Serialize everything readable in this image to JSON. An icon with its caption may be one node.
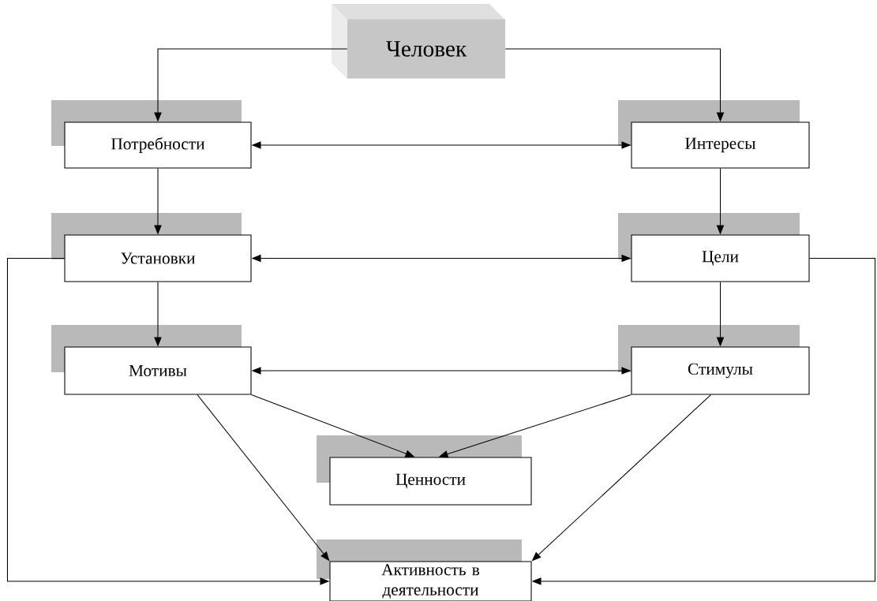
{
  "diagram": {
    "nodes": [
      {
        "text": [
          "Человек"
        ]
      },
      {
        "text": [
          "Потребности"
        ]
      },
      {
        "text": [
          "Интересы"
        ]
      },
      {
        "text": [
          "Установки"
        ]
      },
      {
        "text": [
          "Цели"
        ]
      },
      {
        "text": [
          "Мотивы"
        ]
      },
      {
        "text": [
          "Стимулы"
        ]
      },
      {
        "text": [
          "Ценности"
        ]
      },
      {
        "text": [
          "Активность в деятельности"
        ]
      }
    ],
    "edges": [
      {
        "from": 0,
        "to": 1,
        "arrow": "to"
      },
      {
        "from": 0,
        "to": 2,
        "arrow": "to"
      },
      {
        "from": 1,
        "to": 2,
        "arrow": "both"
      },
      {
        "from": 1,
        "to": 3,
        "arrow": "to"
      },
      {
        "from": 2,
        "to": 4,
        "arrow": "to"
      },
      {
        "from": 3,
        "to": 4,
        "arrow": "both"
      },
      {
        "from": 3,
        "to": 5,
        "arrow": "to"
      },
      {
        "from": 4,
        "to": 6,
        "arrow": "to"
      },
      {
        "from": 5,
        "to": 6,
        "arrow": "both"
      },
      {
        "from": 5,
        "to": 7,
        "arrow": "to"
      },
      {
        "from": 6,
        "to": 7,
        "arrow": "to"
      },
      {
        "from": 5,
        "to": 8,
        "arrow": "to"
      },
      {
        "from": 6,
        "to": 8,
        "arrow": "to"
      },
      {
        "from": 3,
        "to": 8,
        "arrow": "to"
      },
      {
        "from": 4,
        "to": 8,
        "arrow": "to"
      }
    ]
  }
}
